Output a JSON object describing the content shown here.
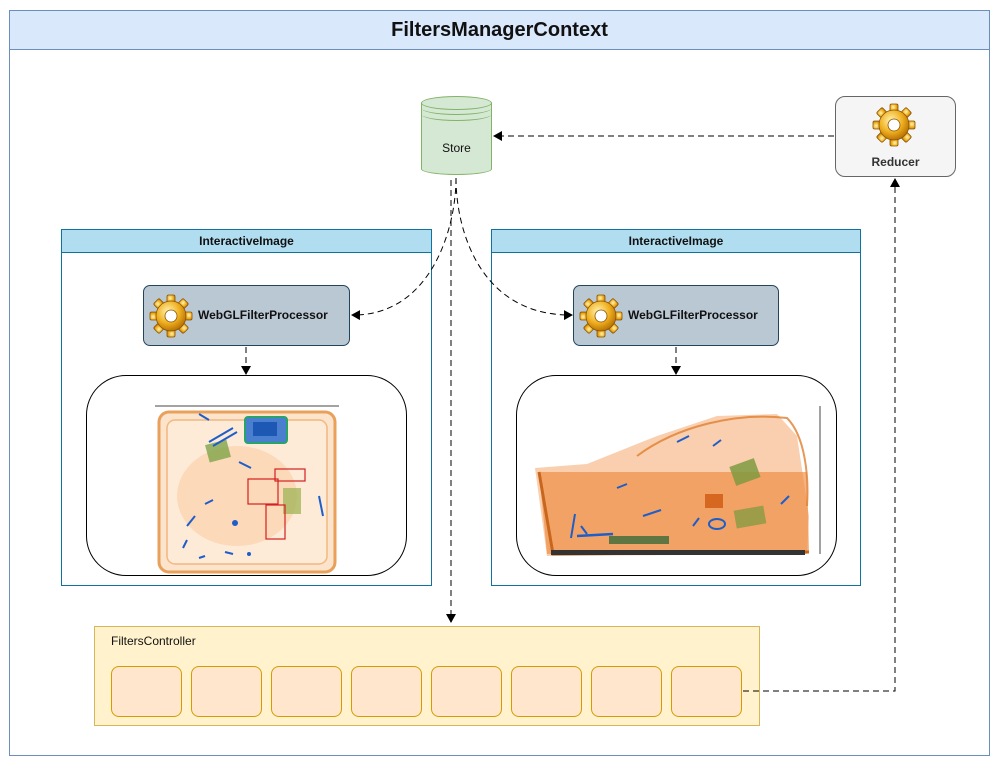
{
  "context": {
    "title": "FiltersManagerContext"
  },
  "store": {
    "label": "Store",
    "icon": "database-icon",
    "color": "#d5e8d4"
  },
  "reducer": {
    "label": "Reducer",
    "icon": "gear-icon",
    "color": "#f5f5f5"
  },
  "images": [
    {
      "title": "InteractiveImage",
      "processor_label": "WebGLFilterProcessor",
      "icon": "gear-icon",
      "scan": "xray-scan-topview"
    },
    {
      "title": "InteractiveImage",
      "processor_label": "WebGLFilterProcessor",
      "icon": "gear-icon",
      "scan": "xray-scan-sideview"
    }
  ],
  "controller": {
    "label": "FiltersController",
    "color": "#fff2cc",
    "slot_color": "#ffe6cc"
  },
  "colors": {
    "header": "#dae8fc",
    "panel_header": "#b1ddf0",
    "processor": "#bac8d3"
  }
}
